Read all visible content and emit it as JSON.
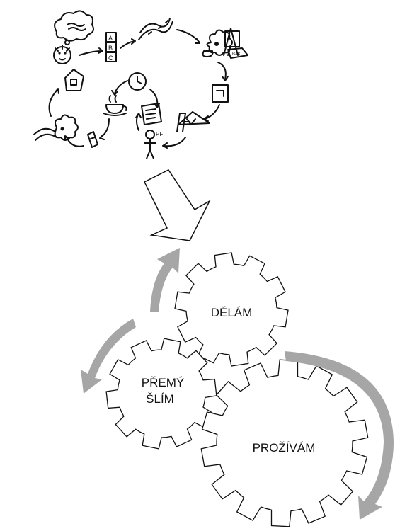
{
  "colors": {
    "background": "#ffffff",
    "ink": "#111111",
    "cycle_arrow": "#a6a6a6",
    "gear_fill": "#ffffff",
    "gear_stroke": "#111111"
  },
  "sketch": {
    "icons": [
      "thought-bubble-icon",
      "face-icon",
      "cube-stack-icon",
      "road-icon",
      "flower-icon",
      "easel-icon",
      "mailbox-icon",
      "tent-icon",
      "document-icon",
      "stick-figure-icon",
      "clock-icon",
      "coffee-cup-icon",
      "house-icon",
      "parcel-icon"
    ]
  },
  "gears": {
    "top": {
      "label": "DĚLÁM"
    },
    "left": {
      "line1": "PŘEMÝ",
      "line2": "ŠLÍM"
    },
    "bottom": {
      "label": "PROŽÍVÁM"
    }
  }
}
